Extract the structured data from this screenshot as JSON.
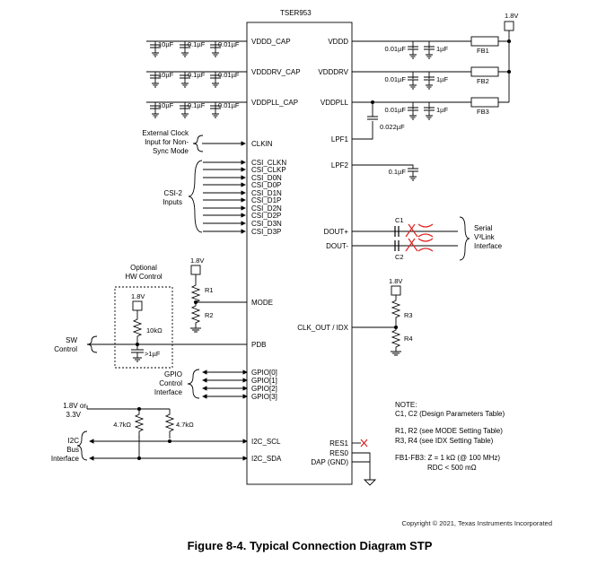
{
  "chip": {
    "name": "TSER953",
    "left_pins": [
      "VDDD_CAP",
      "VDDDRV_CAP",
      "VDDPLL_CAP",
      "CLKIN",
      "CSI_CLKN",
      "CSI_CLKP",
      "CSI_D0N",
      "CSI_D0P",
      "CSI_D1N",
      "CSI_D1P",
      "CSI_D2N",
      "CSI_D2P",
      "CSI_D3N",
      "CSI_D3P",
      "MODE",
      "PDB",
      "GPIO[0]",
      "GPIO[1]",
      "GPIO[2]",
      "GPIO[3]",
      "I2C_SCL",
      "I2C_SDA"
    ],
    "right_pins": [
      "VDDD",
      "VDDDRV",
      "VDDPLL",
      "LPF1",
      "LPF2",
      "DOUT+",
      "DOUT-",
      "CLK_OUT / IDX",
      "RES1",
      "RES0",
      "DAP (GND)"
    ]
  },
  "supply": {
    "v18": "1.8V",
    "v18_or_33": "1.8V or",
    "v33": "3.3V"
  },
  "caps": {
    "c10": "10µF",
    "c01": "0.1µF",
    "c001": "0.01µF",
    "c1": "1µF",
    "c0022": "0.022µF"
  },
  "ferrites": [
    "FB1",
    "FB2",
    "FB3"
  ],
  "coupling": [
    "C1",
    "C2"
  ],
  "resistors": {
    "r1": "R1",
    "r2": "R2",
    "r3": "R3",
    "r4": "R4",
    "r10k": "10kΩ",
    "r47a": "4.7kΩ",
    "r47b": "4.7kΩ"
  },
  "labels": {
    "ext_clk": [
      "External Clock",
      "Input for Non-",
      "Sync Mode"
    ],
    "csi": [
      "CSI-2",
      "Inputs"
    ],
    "serial": [
      "Serial",
      "V³Link",
      "Interface"
    ],
    "optional": [
      "Optional",
      "HW Control"
    ],
    "sw": [
      "SW",
      "Control"
    ],
    "gpio": [
      "GPIO",
      "Control",
      "Interface"
    ],
    "i2c": [
      "I2C",
      "Bus",
      "Interface"
    ],
    "cap_gt1": ">1µF"
  },
  "notes": [
    "NOTE:",
    "C1, C2 (Design Parameters Table)",
    "R1, R2 (see MODE Setting Table)",
    "R3, R4 (see IDX Setting Table)",
    "FB1-FB3: Z = 1 kΩ (@ 100 MHz)",
    "RDC < 500 mΩ"
  ],
  "copyright": "Copyright © 2021, Texas Instruments Incorporated",
  "caption": "Figure 8-4. Typical Connection Diagram STP",
  "colors": {
    "stroke": "#000000",
    "accent": "#e02020"
  }
}
